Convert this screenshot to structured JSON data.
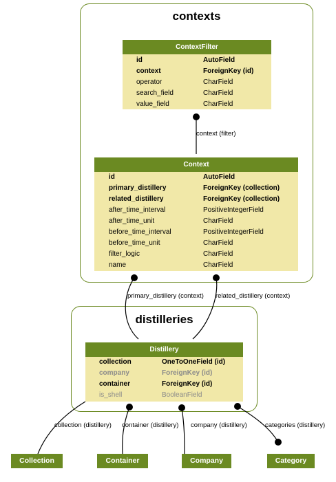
{
  "groups": {
    "contexts": {
      "title": "contexts"
    },
    "distilleries": {
      "title": "distilleries"
    }
  },
  "tables": {
    "context_filter": {
      "name": "ContextFilter",
      "rows": [
        {
          "field": "id",
          "type": "AutoField",
          "style": "b"
        },
        {
          "field": "context",
          "type": "ForeignKey (id)",
          "style": "b"
        },
        {
          "field": "operator",
          "type": "CharField",
          "style": ""
        },
        {
          "field": "search_field",
          "type": "CharField",
          "style": ""
        },
        {
          "field": "value_field",
          "type": "CharField",
          "style": ""
        }
      ]
    },
    "context": {
      "name": "Context",
      "rows": [
        {
          "field": "id",
          "type": "AutoField",
          "style": "b"
        },
        {
          "field": "primary_distillery",
          "type": "ForeignKey (collection)",
          "style": "b"
        },
        {
          "field": "related_distillery",
          "type": "ForeignKey (collection)",
          "style": "b"
        },
        {
          "field": "after_time_interval",
          "type": "PositiveIntegerField",
          "style": ""
        },
        {
          "field": "after_time_unit",
          "type": "CharField",
          "style": ""
        },
        {
          "field": "before_time_interval",
          "type": "PositiveIntegerField",
          "style": ""
        },
        {
          "field": "before_time_unit",
          "type": "CharField",
          "style": ""
        },
        {
          "field": "filter_logic",
          "type": "CharField",
          "style": ""
        },
        {
          "field": "name",
          "type": "CharField",
          "style": ""
        }
      ]
    },
    "distillery": {
      "name": "Distillery",
      "rows": [
        {
          "field": "collection",
          "type": "OneToOneField (id)",
          "style": "b"
        },
        {
          "field": "company",
          "type": "ForeignKey (id)",
          "style": "gb"
        },
        {
          "field": "container",
          "type": "ForeignKey (id)",
          "style": "b"
        },
        {
          "field": "is_shell",
          "type": "BooleanField",
          "style": "g"
        }
      ]
    }
  },
  "external_models": {
    "collection": "Collection",
    "container": "Container",
    "company": "Company",
    "category": "Category"
  },
  "edges": {
    "context_filter": "context (filter)",
    "primary_distillery": "primary_distillery (context)",
    "related_distillery": "related_distillery (context)",
    "collection": "collection (distillery)",
    "container": "container (distillery)",
    "company": "company (distillery)",
    "categories": "categories (distillery)"
  }
}
